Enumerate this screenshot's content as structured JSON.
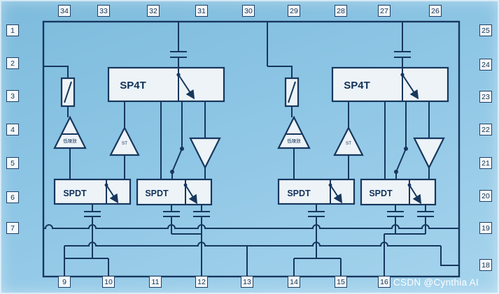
{
  "pins": {
    "top": [
      "34",
      "33",
      "32",
      "31",
      "30",
      "29",
      "28",
      "27",
      "26"
    ],
    "left": [
      "1",
      "2",
      "3",
      "4",
      "5",
      "6",
      "7"
    ],
    "right": [
      "25",
      "24",
      "23",
      "22",
      "21",
      "20",
      "19",
      "18"
    ],
    "bottom": [
      "9",
      "10",
      "11",
      "12",
      "13",
      "14",
      "15",
      "16"
    ]
  },
  "blocks": {
    "sp4t_left": "SP4T",
    "sp4t_right": "SP4T",
    "spdt_1": "SPDT",
    "spdt_2": "SPDT",
    "spdt_3": "SPDT",
    "spdt_4": "SPDT",
    "lna_left": "低噪放",
    "drv_left": "ST",
    "lna_right": "低噪放",
    "drv_right": "ST"
  },
  "watermark": "CSDN @Cynthia AI",
  "colors": {
    "background": "#8ec6e5",
    "line": "#17375e",
    "block_fill": "#edf3f7",
    "pin_fill": "#f3f8fb",
    "watermark_text": "#ffffff"
  }
}
